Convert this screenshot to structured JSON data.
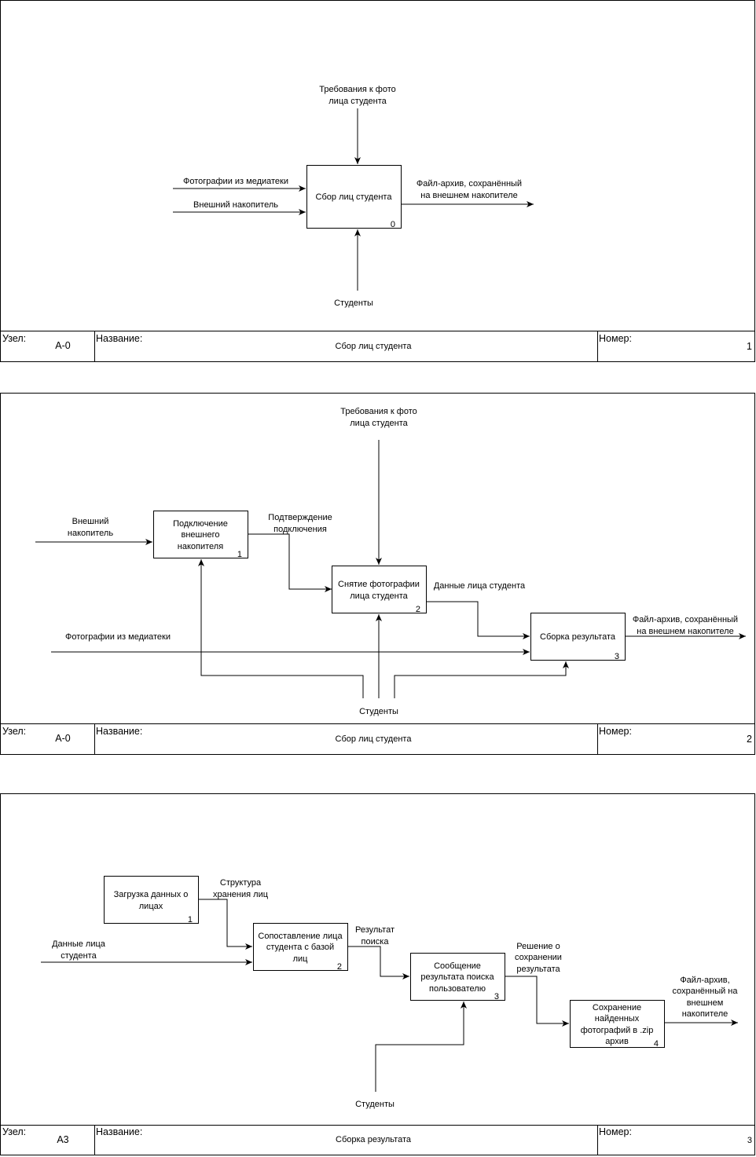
{
  "diagram1": {
    "control_label": [
      "Требования к фото",
      "лица студента"
    ],
    "input1_label": "Фотографии из медиатеки",
    "input2_label": "Внешний накопитель",
    "box_label": "Сбор лиц студента",
    "box_num": "0",
    "output_label": [
      "Файл-архив, сохранённый",
      "на внешнем накопителе"
    ],
    "mechanism_label": "Студенты",
    "footer": {
      "node_caption": "Узел:",
      "node": "А-0",
      "name_caption": "Название:",
      "name": "Сбор лиц студента",
      "number_caption": "Номер:",
      "number": "1"
    }
  },
  "diagram2": {
    "control_label": [
      "Требования к фото",
      "лица студента"
    ],
    "input_ext_label": [
      "Внешний",
      "накопитель"
    ],
    "input_media_label": "Фотографии из медиатеки",
    "box1_label": [
      "Подключение",
      "внешнего",
      "накопителя"
    ],
    "box1_num": "1",
    "arrow12_label": [
      "Подтверждение",
      "подключения"
    ],
    "box2_label": [
      "Снятие фотографии",
      "лица студента"
    ],
    "box2_num": "2",
    "arrow23_label": "Данные лица студента",
    "box3_label": "Сборка результата",
    "box3_num": "3",
    "output_label": [
      "Файл-архив, сохранённый",
      "на внешнем накопителе"
    ],
    "mechanism_label": "Студенты",
    "footer": {
      "node_caption": "Узел:",
      "node": "А-0",
      "name_caption": "Название:",
      "name": "Сбор лиц студента",
      "number_caption": "Номер:",
      "number": "2"
    }
  },
  "diagram3": {
    "box1_label": [
      "Загрузка данных о",
      "лицах"
    ],
    "box1_num": "1",
    "arrow12_label": [
      "Структура",
      "хранения лиц"
    ],
    "input_label": [
      "Данные лица",
      "студента"
    ],
    "box2_label": [
      "Сопоставление лица",
      "студента с базой",
      "лиц"
    ],
    "box2_num": "2",
    "arrow23_label": [
      "Результат",
      "поиска"
    ],
    "box3_label": [
      "Сообщение",
      "результата поиска",
      "пользователю"
    ],
    "box3_num": "3",
    "arrow34_label": [
      "Решение о",
      "сохранении",
      "результата"
    ],
    "box4_label": [
      "Сохранение",
      "найденных",
      "фотографий в .zip",
      "архив"
    ],
    "box4_num": "4",
    "output_label": [
      "Файл-архив,",
      "сохранённый на",
      "внешнем",
      "накопителе"
    ],
    "mechanism_label": "Студенты",
    "footer": {
      "node_caption": "Узел:",
      "node": "А3",
      "name_caption": "Название:",
      "name": "Сборка результата",
      "number_caption": "Номер:",
      "number": "3"
    }
  }
}
